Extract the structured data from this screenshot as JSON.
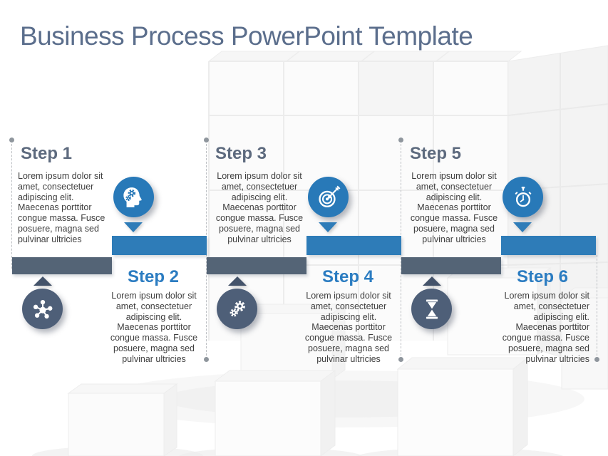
{
  "slide": {
    "title": "Business Process PowerPoint Template"
  },
  "steps": [
    {
      "label": "Step 1",
      "icon": "molecule-icon",
      "body": "Lorem ipsum dolor sit\namet, consectetuer\nadipiscing elit.\nMaecenas porttitor\ncongue massa. Fusce\nposuere, magna sed\npulvinar ultricies"
    },
    {
      "label": "Step 2",
      "icon": "head-gears-icon",
      "body": "Lorem ipsum dolor sit\namet, consectetuer\nadipiscing elit.\nMaecenas porttitor\ncongue massa. Fusce\nposuere, magna sed\npulvinar ultricies"
    },
    {
      "label": "Step 3",
      "icon": "gears-icon",
      "body": "Lorem ipsum dolor sit\namet, consectetuer\nadipiscing elit.\nMaecenas porttitor\ncongue massa. Fusce\nposuere, magna sed\npulvinar ultricies"
    },
    {
      "label": "Step 4",
      "icon": "target-dart-icon",
      "body": "Lorem ipsum dolor sit\namet, consectetuer\nadipiscing elit.\nMaecenas porttitor\ncongue massa. Fusce\nposuere, magna sed\npulvinar ultricies"
    },
    {
      "label": "Step 5",
      "icon": "hourglass-icon",
      "body": "Lorem ipsum dolor sit\namet, consectetuer\nadipiscing elit.\nMaecenas porttitor\ncongue massa. Fusce\nposuere, magna sed\npulvinar ultricies"
    },
    {
      "label": "Step 6",
      "icon": "stopwatch-icon",
      "body": "Lorem ipsum dolor sit\namet, consectetuer\nadipiscing elit.\nMaecenas porttitor\ncongue massa. Fusce\nposuere, magna sed\npulvinar ultricies"
    }
  ],
  "colors": {
    "accent_blue": "#2879b8",
    "bar_blue": "#2e7cb8",
    "bar_slate": "#546476",
    "circle_slate": "#4e5f78",
    "title": "#5b6e8c",
    "step_title_odd": "#5d6a7e",
    "step_title_even": "#2b7cc1",
    "body_text": "#3e3e3e"
  }
}
